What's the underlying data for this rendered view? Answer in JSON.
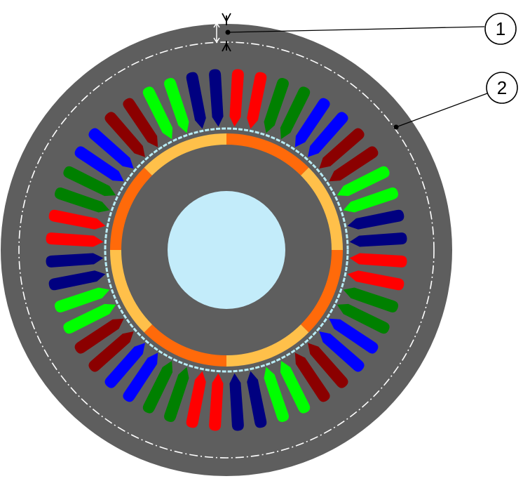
{
  "callouts": [
    {
      "label": "1"
    },
    {
      "label": "2"
    }
  ],
  "stator": {
    "slot_count": 48,
    "slot_sequence": [
      "red",
      "red",
      "darkgreen",
      "darkgreen",
      "blue",
      "blue",
      "darkred",
      "darkred",
      "lime",
      "lime",
      "navy",
      "navy"
    ]
  },
  "rotor": {
    "magnet_count": 8,
    "magnet_sequence": [
      "orange",
      "lightorange"
    ]
  },
  "colors": {
    "stator_core": "#5e5e5e",
    "dashed_circle": "#ffffff",
    "airgap_line": "#b8ecf5",
    "shaft": "#c3ecfa",
    "red": "#ff0000",
    "darkgreen": "#008000",
    "blue": "#0000ff",
    "darkred": "#8b0000",
    "lime": "#00ff00",
    "navy": "#000080",
    "orange": "#ff6a0a",
    "lightorange": "#ffc04a",
    "callout_circle_fill": "#ffffff",
    "callout_line": "#000000"
  }
}
